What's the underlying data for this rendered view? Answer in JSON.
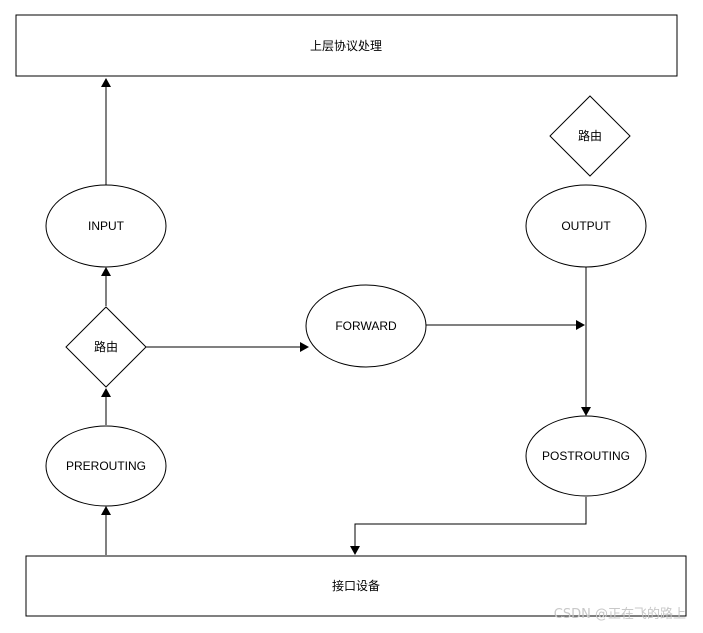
{
  "diagram": {
    "nodes": {
      "upper_layer": "上层协议处理",
      "input": "INPUT",
      "output": "OUTPUT",
      "routing_top": "路由",
      "routing_left": "路由",
      "forward": "FORWARD",
      "prerouting": "PREROUTING",
      "postrouting": "POSTROUTING",
      "interface": "接口设备"
    }
  },
  "watermark": "CSDN @正在飞的路上",
  "colors": {
    "stroke": "#000000",
    "fill": "#ffffff",
    "watermark": "#c8c8c8"
  }
}
